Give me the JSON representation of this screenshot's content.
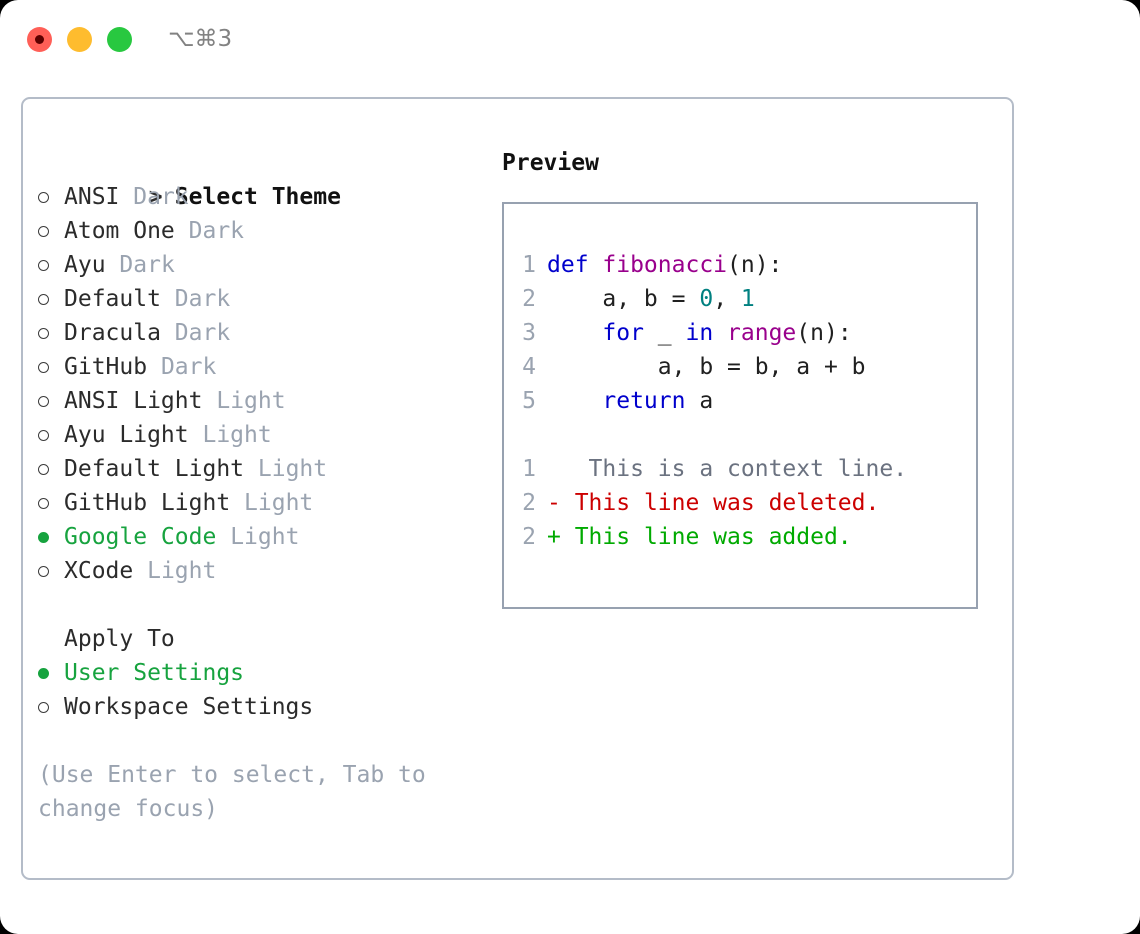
{
  "window": {
    "shortcut_label": "⌥⌘3",
    "traffic_lights": [
      {
        "name": "close",
        "color": "#ff5f57"
      },
      {
        "name": "minimize",
        "color": "#febc2e"
      },
      {
        "name": "maximize",
        "color": "#28c840"
      }
    ]
  },
  "left": {
    "header_marker": ">",
    "header_label": "Select Theme",
    "themes": [
      {
        "marker": "○",
        "selected": false,
        "label": "ANSI",
        "tag": "Dark"
      },
      {
        "marker": "○",
        "selected": false,
        "label": "Atom One",
        "tag": "Dark"
      },
      {
        "marker": "○",
        "selected": false,
        "label": "Ayu",
        "tag": "Dark"
      },
      {
        "marker": "○",
        "selected": false,
        "label": "Default",
        "tag": "Dark"
      },
      {
        "marker": "○",
        "selected": false,
        "label": "Dracula",
        "tag": "Dark"
      },
      {
        "marker": "○",
        "selected": false,
        "label": "GitHub",
        "tag": "Dark"
      },
      {
        "marker": "○",
        "selected": false,
        "label": "ANSI Light",
        "tag": "Light"
      },
      {
        "marker": "○",
        "selected": false,
        "label": "Ayu Light",
        "tag": "Light"
      },
      {
        "marker": "○",
        "selected": false,
        "label": "Default Light",
        "tag": "Light"
      },
      {
        "marker": "○",
        "selected": false,
        "label": "GitHub Light",
        "tag": "Light"
      },
      {
        "marker": "●",
        "selected": true,
        "label": "Google Code",
        "tag": "Light"
      },
      {
        "marker": "○",
        "selected": false,
        "label": "XCode",
        "tag": "Light"
      }
    ],
    "apply_to_title": "Apply To",
    "apply_to_options": [
      {
        "marker": "●",
        "selected": true,
        "label": "User Settings"
      },
      {
        "marker": "○",
        "selected": false,
        "label": "Workspace Settings"
      }
    ],
    "hint": "(Use Enter to select, Tab to change focus)"
  },
  "right": {
    "preview_title": "Preview",
    "code_lines": [
      {
        "n": "1",
        "tokens": [
          {
            "t": "def ",
            "c": "kw"
          },
          {
            "t": "fibonacci",
            "c": "fn"
          },
          {
            "t": "(n):",
            "c": "pl"
          }
        ]
      },
      {
        "n": "2",
        "tokens": [
          {
            "t": "    a, b = ",
            "c": "pl"
          },
          {
            "t": "0",
            "c": "num"
          },
          {
            "t": ", ",
            "c": "pl"
          },
          {
            "t": "1",
            "c": "num"
          }
        ]
      },
      {
        "n": "3",
        "tokens": [
          {
            "t": "    ",
            "c": "pl"
          },
          {
            "t": "for",
            "c": "kw"
          },
          {
            "t": " _ ",
            "c": "pl"
          },
          {
            "t": "in",
            "c": "kw"
          },
          {
            "t": " ",
            "c": "pl"
          },
          {
            "t": "range",
            "c": "fn"
          },
          {
            "t": "(n):",
            "c": "pl"
          }
        ]
      },
      {
        "n": "4",
        "tokens": [
          {
            "t": "        a, b = b, a + b",
            "c": "pl"
          }
        ]
      },
      {
        "n": "5",
        "tokens": [
          {
            "t": "    ",
            "c": "pl"
          },
          {
            "t": "return",
            "c": "kw"
          },
          {
            "t": " a",
            "c": "pl"
          }
        ]
      }
    ],
    "diff_lines": [
      {
        "n": "1",
        "sign": " ",
        "text": "  This is a context line.",
        "kind": "diff-ctx"
      },
      {
        "n": "2",
        "sign": "-",
        "text": " This line was deleted.",
        "kind": "diff-del"
      },
      {
        "n": "2",
        "sign": "+",
        "text": " This line was added.",
        "kind": "diff-add"
      }
    ]
  },
  "colors": {
    "accent_green": "#17a33f",
    "muted_gray": "#9aa3b0",
    "keyword_blue": "#0000cc",
    "function_purple": "#99008c",
    "number_teal": "#008080",
    "diff_delete_red": "#cc0000",
    "diff_add_green": "#00aa00",
    "panel_border": "#b4bcc8",
    "preview_border": "#97a1b0"
  }
}
